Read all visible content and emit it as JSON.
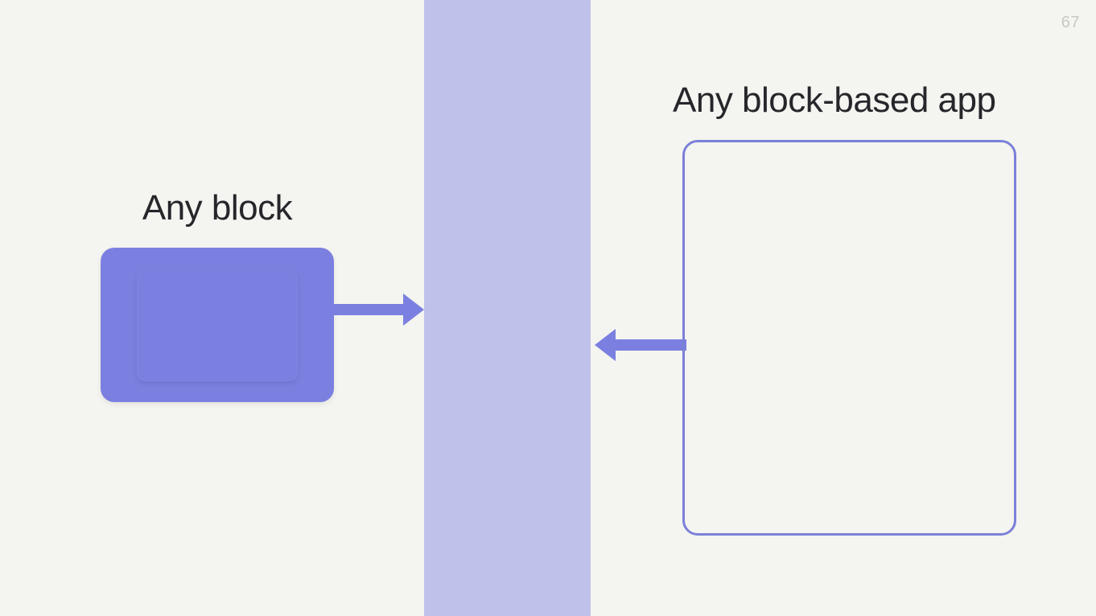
{
  "slide": {
    "page_number": "67",
    "background_color": "#f4f4f0",
    "accent_color": "#7b80e0",
    "band_color": "#c0c1eb",
    "outline_color": "#7b80d8",
    "text_color": "#26262b",
    "page_number_color": "#c8c8c4"
  },
  "left": {
    "title": "Any block",
    "block_name": "block-shape"
  },
  "right": {
    "title": "Any block-based app",
    "frame_name": "app-frame"
  },
  "connectors": {
    "outbound": {
      "label": "arrow-right",
      "direction": "right"
    },
    "inbound": {
      "label": "arrow-left",
      "direction": "left"
    }
  }
}
